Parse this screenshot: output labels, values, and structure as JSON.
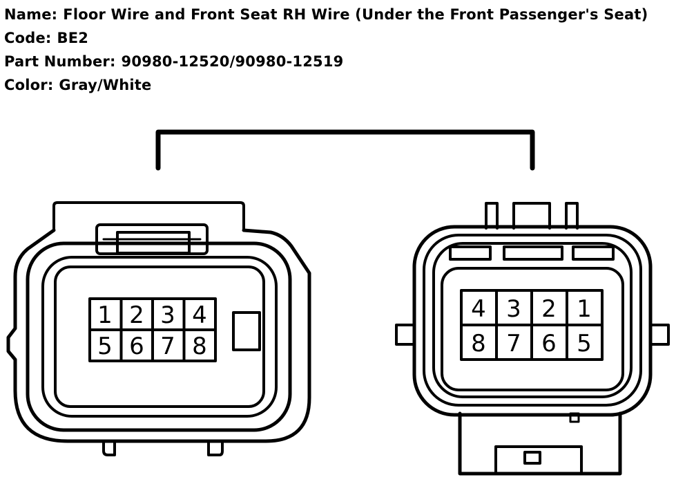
{
  "info": {
    "name_label": "Name:",
    "name_value": "Floor Wire and Front Seat RH Wire (Under the Front Passenger's Seat)",
    "code_label": "Code:",
    "code_value": "BE2",
    "part_label": "Part Number:",
    "part_value": "90980-12520/90980-12519",
    "color_label": "Color:",
    "color_value": "Gray/White"
  },
  "connectors": {
    "left": {
      "pins_top": [
        "1",
        "2",
        "3",
        "4"
      ],
      "pins_bottom": [
        "5",
        "6",
        "7",
        "8"
      ]
    },
    "right": {
      "pins_top": [
        "4",
        "3",
        "2",
        "1"
      ],
      "pins_bottom": [
        "8",
        "7",
        "6",
        "5"
      ]
    }
  },
  "colors": {
    "line": "#000000",
    "background": "#ffffff"
  }
}
